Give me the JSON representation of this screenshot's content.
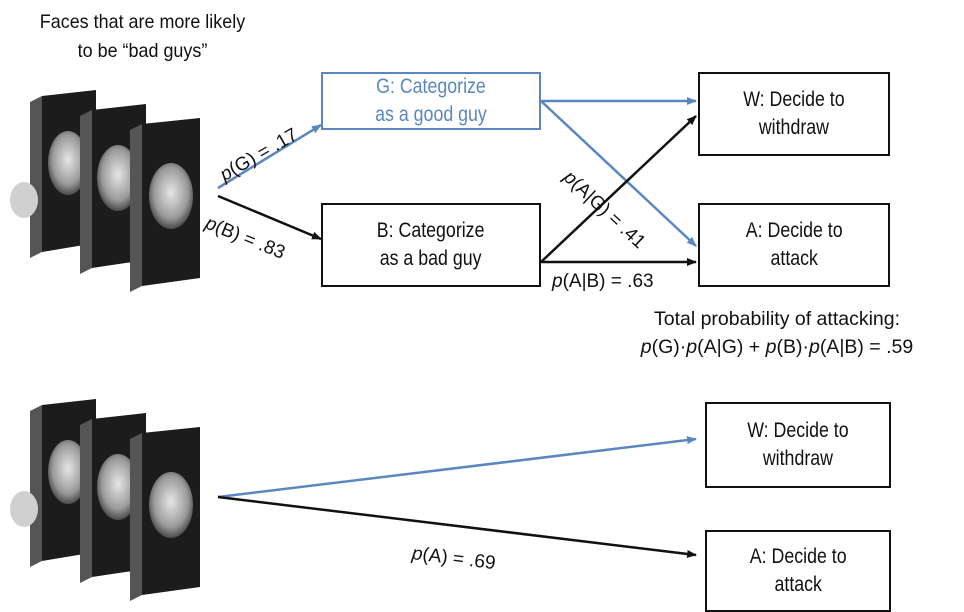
{
  "caption": {
    "line1": "Faces that are more likely",
    "line2": "to be “bad guys”"
  },
  "top": {
    "box_g": {
      "line1": "G: Categorize",
      "line2": "as a good guy"
    },
    "box_b": {
      "line1": "B: Categorize",
      "line2": "as a bad guy"
    },
    "box_w": {
      "line1": "W: Decide to",
      "line2": "withdraw"
    },
    "box_a": {
      "line1": "A: Decide to",
      "line2": "attack"
    },
    "label_pg": {
      "p": "p",
      "rest": "(G) = .17"
    },
    "label_pb": {
      "p": "p",
      "rest": "(B) = .83"
    },
    "label_pag": {
      "p": "p",
      "rest": "(A|G) = .41"
    },
    "label_pab": {
      "p": "p",
      "rest": "(A|B) = .63"
    },
    "total": {
      "line1": "Total probability of attacking:",
      "p": "p",
      "t1": "(G)·",
      "t2": "(A|G) + ",
      "t3": "(B)·",
      "t4": "(A|B) = .59"
    }
  },
  "bottom": {
    "box_w": {
      "line1": "W: Decide to",
      "line2": "withdraw"
    },
    "box_a": {
      "line1": "A: Decide to",
      "line2": "attack"
    },
    "label_pa": {
      "p": "p",
      "rest": "(A) = .69"
    }
  },
  "colors": {
    "blue": "#5b87c0",
    "black": "#111111"
  },
  "icons": [
    "face-stack-icon",
    "face-stack-icon"
  ]
}
